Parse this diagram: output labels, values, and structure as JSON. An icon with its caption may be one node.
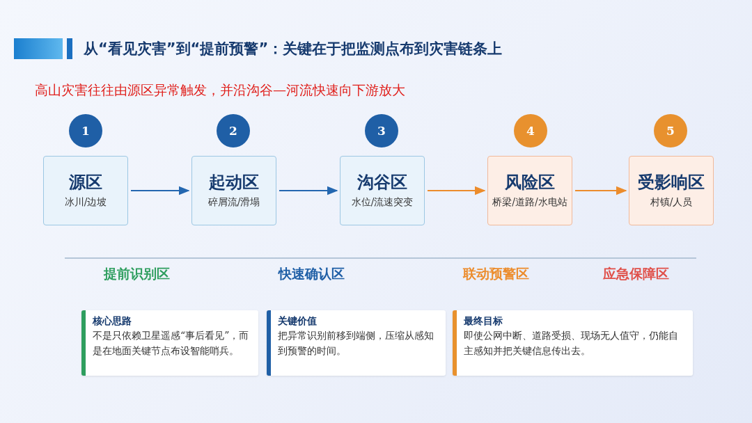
{
  "diagram": {
    "title": "从“看见灾害”到“提前预警”：关键在于把监测点布到灾害链条上",
    "nodes": [
      {
        "text": [
          "1"
        ]
      },
      {
        "text": [
          "2"
        ]
      },
      {
        "text": [
          "3"
        ]
      },
      {
        "text": [
          "4"
        ]
      },
      {
        "text": [
          "5"
        ]
      },
      {
        "text": [
          "源区",
          "冰川/边坡"
        ]
      },
      {
        "text": [
          "起动区",
          "碎屑流/滑塌"
        ]
      },
      {
        "text": [
          "沟谷区",
          "水位/流速突变"
        ]
      },
      {
        "text": [
          "风险区",
          "桥梁/道路/水电站"
        ]
      },
      {
        "text": [
          "受影响区",
          "村镇/人员"
        ]
      },
      {
        "text": [
          "核心思路",
          "不是只依赖卫星遥感“事后看见”，而是在地面关键节点布设智能哨兵。"
        ]
      },
      {
        "text": [
          "关键价值",
          "把异常识别前移到端侧，压缩从感知到预警的时间。"
        ]
      },
      {
        "text": [
          "最终目标",
          "即使公网中断、道路受损、现场无人值守，仍能自主感知并把关键信息传出去。"
        ]
      }
    ],
    "edges": [
      {
        "from": 5,
        "to": 6,
        "arrow": "to",
        "color": "#2467b0"
      },
      {
        "from": 6,
        "to": 7,
        "arrow": "to",
        "color": "#2467b0"
      },
      {
        "from": 7,
        "to": 8,
        "arrow": "to",
        "color": "#ec8c2c"
      },
      {
        "from": 8,
        "to": 9,
        "arrow": "to",
        "color": "#ec8c2c"
      }
    ],
    "labels": [
      "高山灾害往往由源区异常触发，并沿沟谷—河流快速向下游放大",
      "提前识别区",
      "快速确认区",
      "联动预警区",
      "应急保障区"
    ]
  }
}
